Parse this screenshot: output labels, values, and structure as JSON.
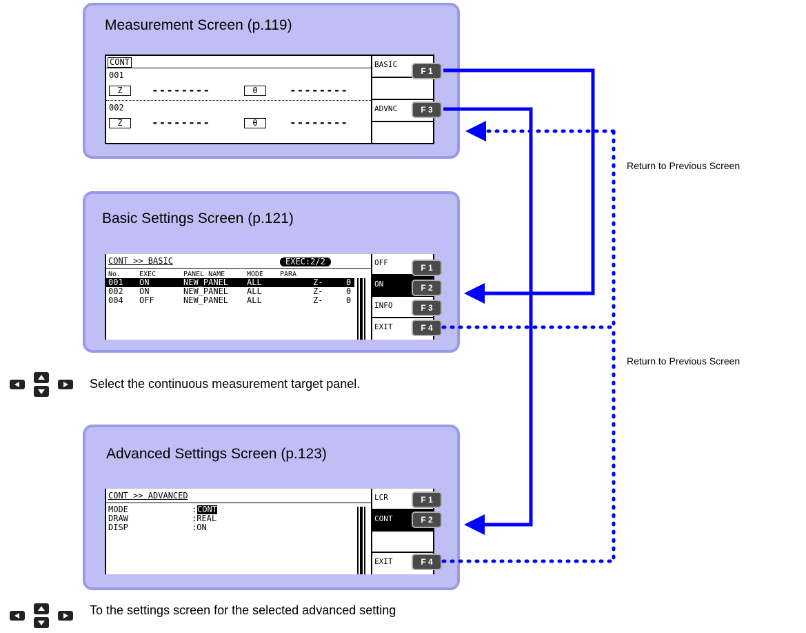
{
  "measurement": {
    "title": "Measurement Screen (p.119)",
    "header": "CONT",
    "row1_no": "001",
    "row2_no": "002",
    "param_z": "Z",
    "param_theta": "θ",
    "dashes": "--------",
    "softkeys": [
      "BASIC",
      "",
      "ADVNC",
      ""
    ]
  },
  "basic": {
    "title": "Basic Settings Screen (p.121)",
    "path": "CONT >> BASIC",
    "exec": "EXEC:2/2",
    "cols": [
      "No.",
      "EXEC",
      "PANEL NAME",
      "MODE",
      "PARA"
    ],
    "rows": [
      [
        "001",
        "ON",
        "NEW_PANEL",
        "ALL",
        "Z-",
        "θ"
      ],
      [
        "002",
        "ON",
        "NEW_PANEL",
        "ALL",
        "Z-",
        "θ"
      ],
      [
        "004",
        "OFF",
        "NEW_PANEL",
        "ALL",
        "Z-",
        "θ"
      ]
    ],
    "softkeys": [
      "OFF",
      "ON",
      "INFO",
      "EXIT"
    ]
  },
  "advanced": {
    "title": "Advanced Settings Screen (p.123)",
    "path": "CONT >> ADVANCED",
    "items": [
      {
        "label": "MODE",
        "value": "CONT"
      },
      {
        "label": "DRAW",
        "value": ":REAL"
      },
      {
        "label": "DISP",
        "value": ":ON"
      }
    ],
    "softkeys": [
      "LCR",
      "CONT",
      "",
      "EXIT"
    ]
  },
  "fkeys": {
    "f1": "F 1",
    "f2": "F 2",
    "f3": "F 3",
    "f4": "F 4"
  },
  "return_label_1": "Return to Previous Screen",
  "return_label_2": "Return to Previous Screen",
  "note_1": "Select the continuous measurement target panel.",
  "note_2": "To the settings screen for the selected advanced setting",
  "colors": {
    "panel_bg": "#bfbff5",
    "panel_border": "#9a9aea",
    "arrow": "#0000ff"
  }
}
